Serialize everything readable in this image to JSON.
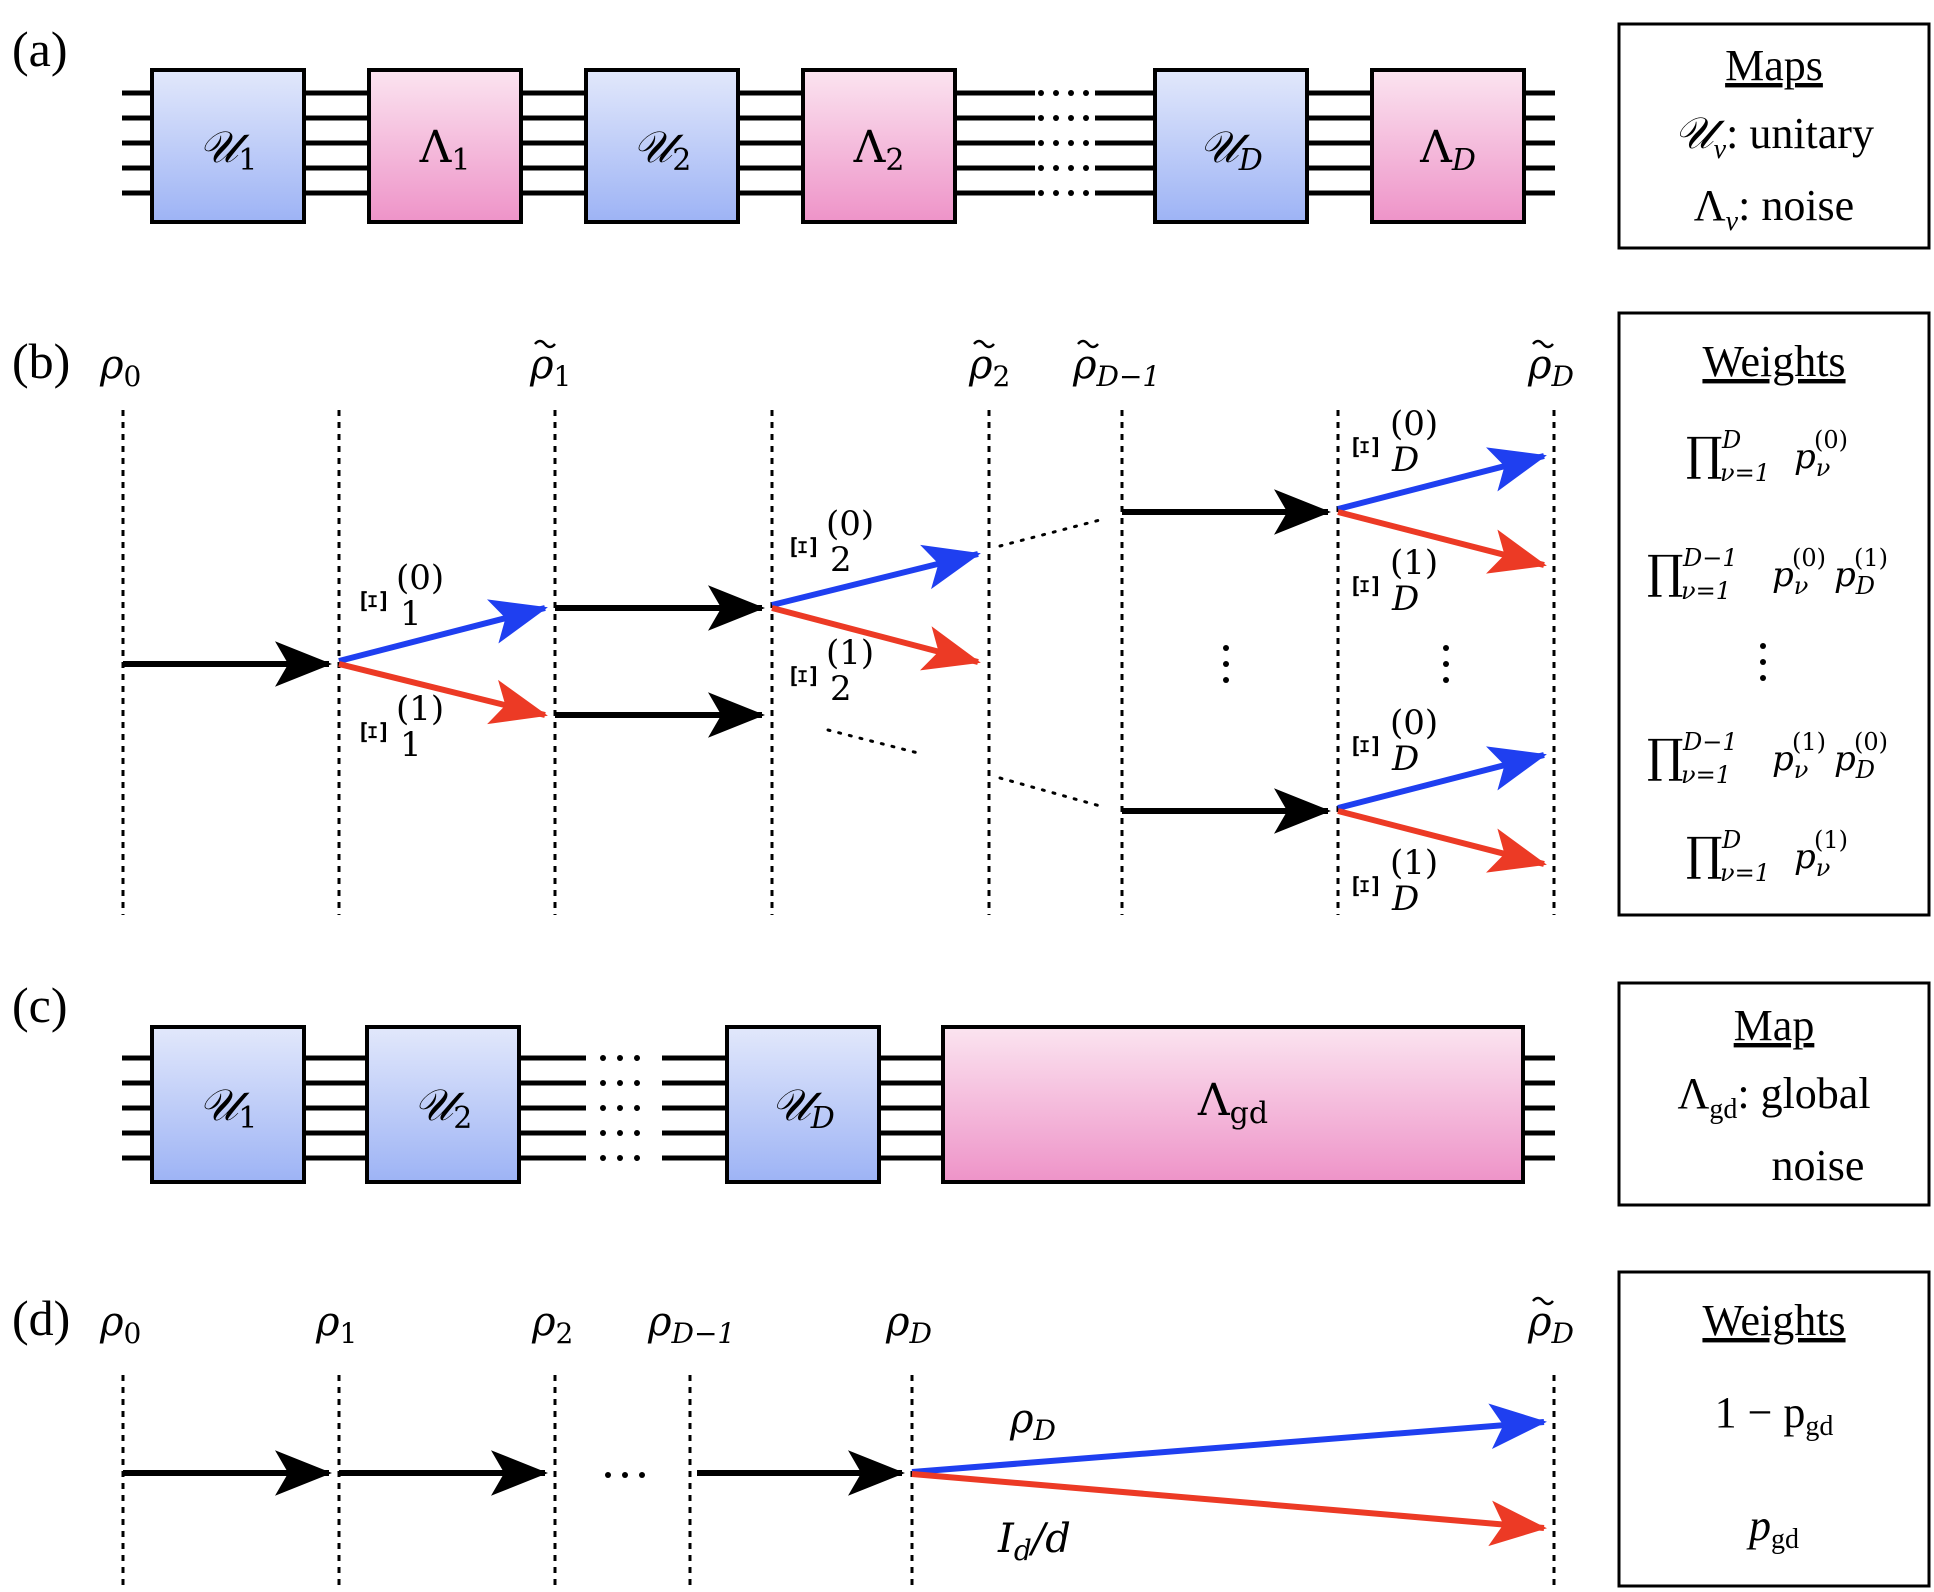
{
  "panels": {
    "a": {
      "label": "(a)",
      "gates": [
        {
          "sym": "𝒰",
          "sub": "1",
          "kind": "unitary"
        },
        {
          "sym": "Λ",
          "sub": "1",
          "kind": "noise"
        },
        {
          "sym": "𝒰",
          "sub": "2",
          "kind": "unitary"
        },
        {
          "sym": "Λ",
          "sub": "2",
          "kind": "noise"
        },
        {
          "sym": "𝒰",
          "sub": "D",
          "kind": "unitary"
        },
        {
          "sym": "Λ",
          "sub": "D",
          "kind": "noise"
        }
      ],
      "legend": {
        "title": "Maps",
        "line1_sym": "𝒰",
        "line1_sub": "ν",
        "line1_text": ": unitary",
        "line2_sym": "Λ",
        "line2_sub": "ν",
        "line2_text": ": noise"
      }
    },
    "b": {
      "label": "(b)",
      "states": [
        {
          "sym": "ρ",
          "sub": "0",
          "tilde": false
        },
        {
          "sym": "ρ",
          "sub": "1",
          "tilde": true
        },
        {
          "sym": "ρ",
          "sub": "2",
          "tilde": true
        },
        {
          "sym": "ρ",
          "sub": "D−1",
          "tilde": true
        },
        {
          "sym": "ρ",
          "sub": "D",
          "tilde": true
        }
      ],
      "branch_labels": [
        {
          "sym": "Ξ",
          "sub": "1",
          "sup": "(0)"
        },
        {
          "sym": "Ξ",
          "sub": "1",
          "sup": "(1)"
        },
        {
          "sym": "Ξ",
          "sub": "2",
          "sup": "(0)"
        },
        {
          "sym": "Ξ",
          "sub": "2",
          "sup": "(1)"
        },
        {
          "sym": "Ξ",
          "sub": "D",
          "sup": "(0)"
        },
        {
          "sym": "Ξ",
          "sub": "D",
          "sup": "(1)"
        },
        {
          "sym": "Ξ",
          "sub": "D",
          "sup": "(0)"
        },
        {
          "sym": "Ξ",
          "sub": "D",
          "sup": "(1)"
        }
      ],
      "legend": {
        "title": "Weights",
        "rows": [
          {
            "prod": "∏",
            "lower": "ν=1",
            "upper": "D",
            "t1": "p",
            "t1sub": "ν",
            "t1sup": "(0)",
            "t2": "",
            "t2sub": "",
            "t2sup": ""
          },
          {
            "prod": "∏",
            "lower": "ν=1",
            "upper": "D−1",
            "t1": "p",
            "t1sub": "ν",
            "t1sup": "(0)",
            "t2": "p",
            "t2sub": "D",
            "t2sup": "(1)"
          },
          {
            "prod": "∏",
            "lower": "ν=1",
            "upper": "D−1",
            "t1": "p",
            "t1sub": "ν",
            "t1sup": "(1)",
            "t2": "p",
            "t2sub": "D",
            "t2sup": "(0)"
          },
          {
            "prod": "∏",
            "lower": "ν=1",
            "upper": "D",
            "t1": "p",
            "t1sub": "ν",
            "t1sup": "(1)",
            "t2": "",
            "t2sub": "",
            "t2sup": ""
          }
        ]
      }
    },
    "c": {
      "label": "(c)",
      "gates": [
        {
          "sym": "𝒰",
          "sub": "1",
          "kind": "unitary"
        },
        {
          "sym": "𝒰",
          "sub": "2",
          "kind": "unitary"
        },
        {
          "sym": "𝒰",
          "sub": "D",
          "kind": "unitary"
        },
        {
          "sym": "Λ",
          "sub": "gd",
          "kind": "noise"
        }
      ],
      "legend": {
        "title": "Map",
        "line1_sym": "Λ",
        "line1_sub": "gd",
        "line1_text": ": global",
        "line2_text": "noise"
      }
    },
    "d": {
      "label": "(d)",
      "states": [
        {
          "sym": "ρ",
          "sub": "0",
          "tilde": false
        },
        {
          "sym": "ρ",
          "sub": "1",
          "tilde": false
        },
        {
          "sym": "ρ",
          "sub": "2",
          "tilde": false
        },
        {
          "sym": "ρ",
          "sub": "D−1",
          "tilde": false
        },
        {
          "sym": "ρ",
          "sub": "D",
          "tilde": false
        },
        {
          "sym": "ρ",
          "sub": "D",
          "tilde": true
        }
      ],
      "branch_labels": [
        {
          "sym": "ρ",
          "sub": "D",
          "suffix": ""
        },
        {
          "sym": "I",
          "sub": "d",
          "suffix": "/d"
        }
      ],
      "legend": {
        "title": "Weights",
        "row1": "1 − p",
        "row1_sub": "gd",
        "row2": "p",
        "row2_sub": "gd"
      }
    }
  },
  "colors": {
    "unitary_top": "#e2e8fb",
    "unitary_bottom": "#9db3f5",
    "noise_top": "#fbe4f0",
    "noise_bottom": "#ee93c8",
    "branch_blue": "#1f3ff0",
    "branch_red": "#ec3a25",
    "arrow_black": "#000000"
  }
}
